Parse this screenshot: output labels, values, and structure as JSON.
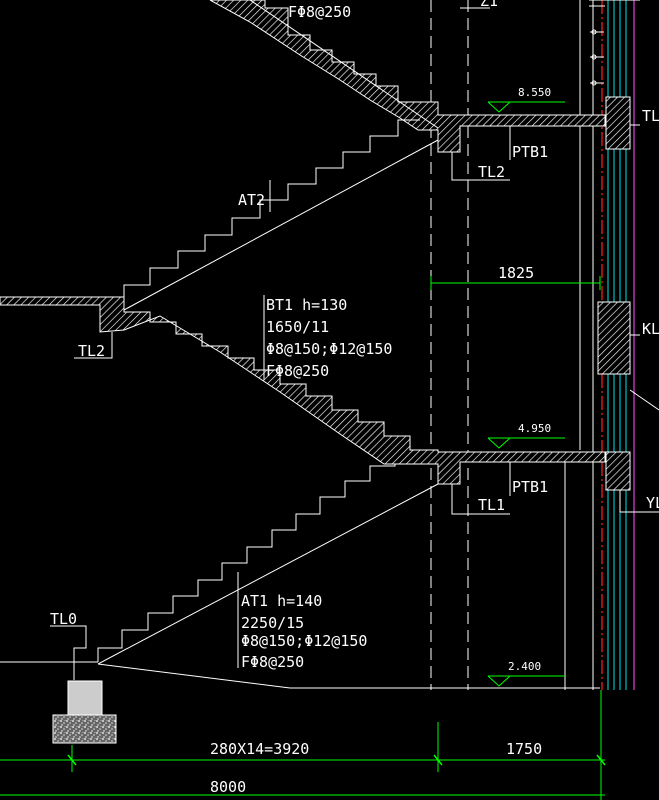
{
  "labels": {
    "top_rebar": "FΦ8@250",
    "top_partial": "Z1",
    "level_1": "8.550",
    "level_2": "4.950",
    "level_3": "2.400",
    "ptb_upper": "PTB1",
    "ptb_lower": "PTB1",
    "tl2_upper": "TL2",
    "tl2_lower": "TL2",
    "tl1": "TL1",
    "tl0": "TL0",
    "tl_edge": "TL",
    "kl_edge": "KL",
    "yl_edge": "YL",
    "at2": "AT2",
    "bt1_line1": "BT1 h=130",
    "bt1_line2": "1650/11",
    "bt1_line3": "Φ8@150;Φ12@150",
    "bt1_line4": "FΦ8@250",
    "at1_line1": "AT1 h=140",
    "at1_line2": "2250/15",
    "at1_line3": "Φ8@150;Φ12@150",
    "at1_line4": "FΦ8@250",
    "dim_1825": "1825",
    "dim_steps": "280X14=3920",
    "dim_1750": "1750",
    "dim_total": "8000"
  },
  "colors": {
    "background": "#000000",
    "lines": "#ffffff",
    "dimension": "#00ff00",
    "wall_red": "#ff2020",
    "wall_cyan": "#00e5e5",
    "wall_magenta": "#e040e0",
    "fill_gray": "#cccccc"
  }
}
